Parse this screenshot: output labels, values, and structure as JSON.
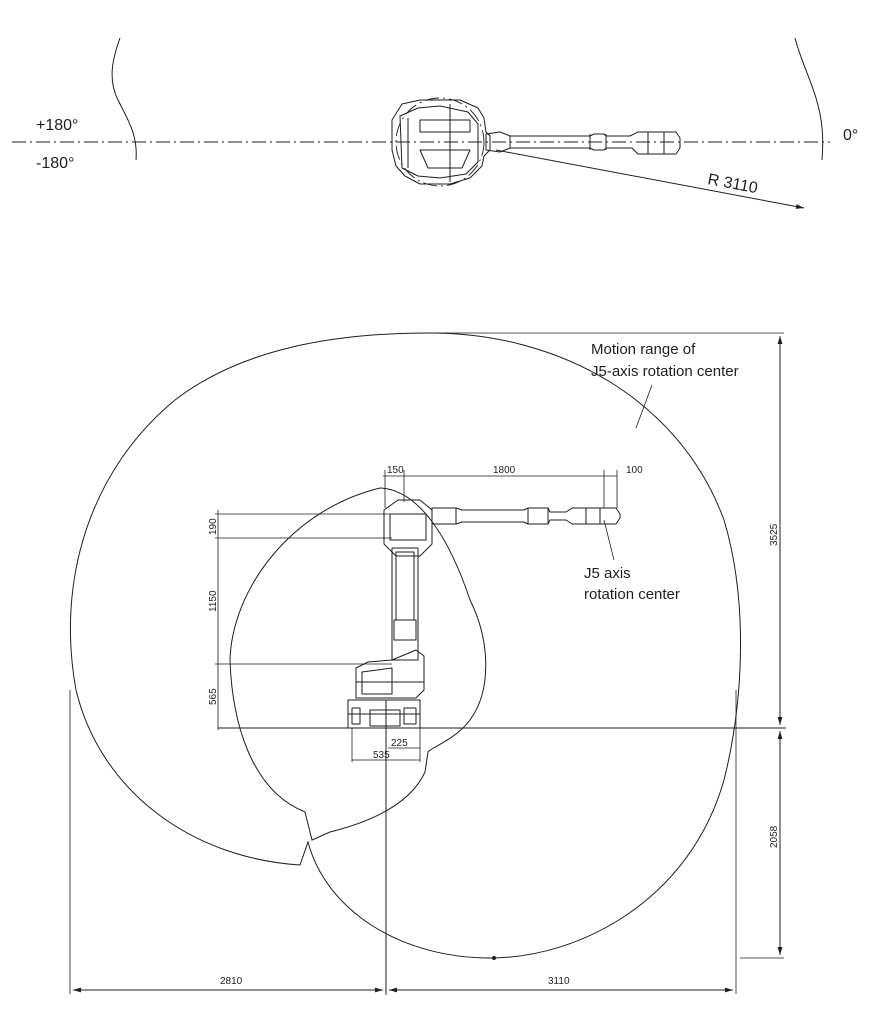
{
  "top_view": {
    "angle_pos": "+180°",
    "angle_neg": "-180°",
    "angle_zero": "0°",
    "radius_label": "R 3110"
  },
  "side_view": {
    "motion_range_line1": "Motion range of",
    "motion_range_line2": "J5-axis rotation center",
    "j5_line1": "J5 axis",
    "j5_line2": "rotation center"
  },
  "dimensions": {
    "d150": "150",
    "d1800": "1800",
    "d100": "100",
    "d190": "190",
    "d1150": "1150",
    "d565": "565",
    "d225": "225",
    "d535": "535",
    "d3525": "3525",
    "d2058": "2058",
    "d2810": "2810",
    "d3110": "3110"
  }
}
